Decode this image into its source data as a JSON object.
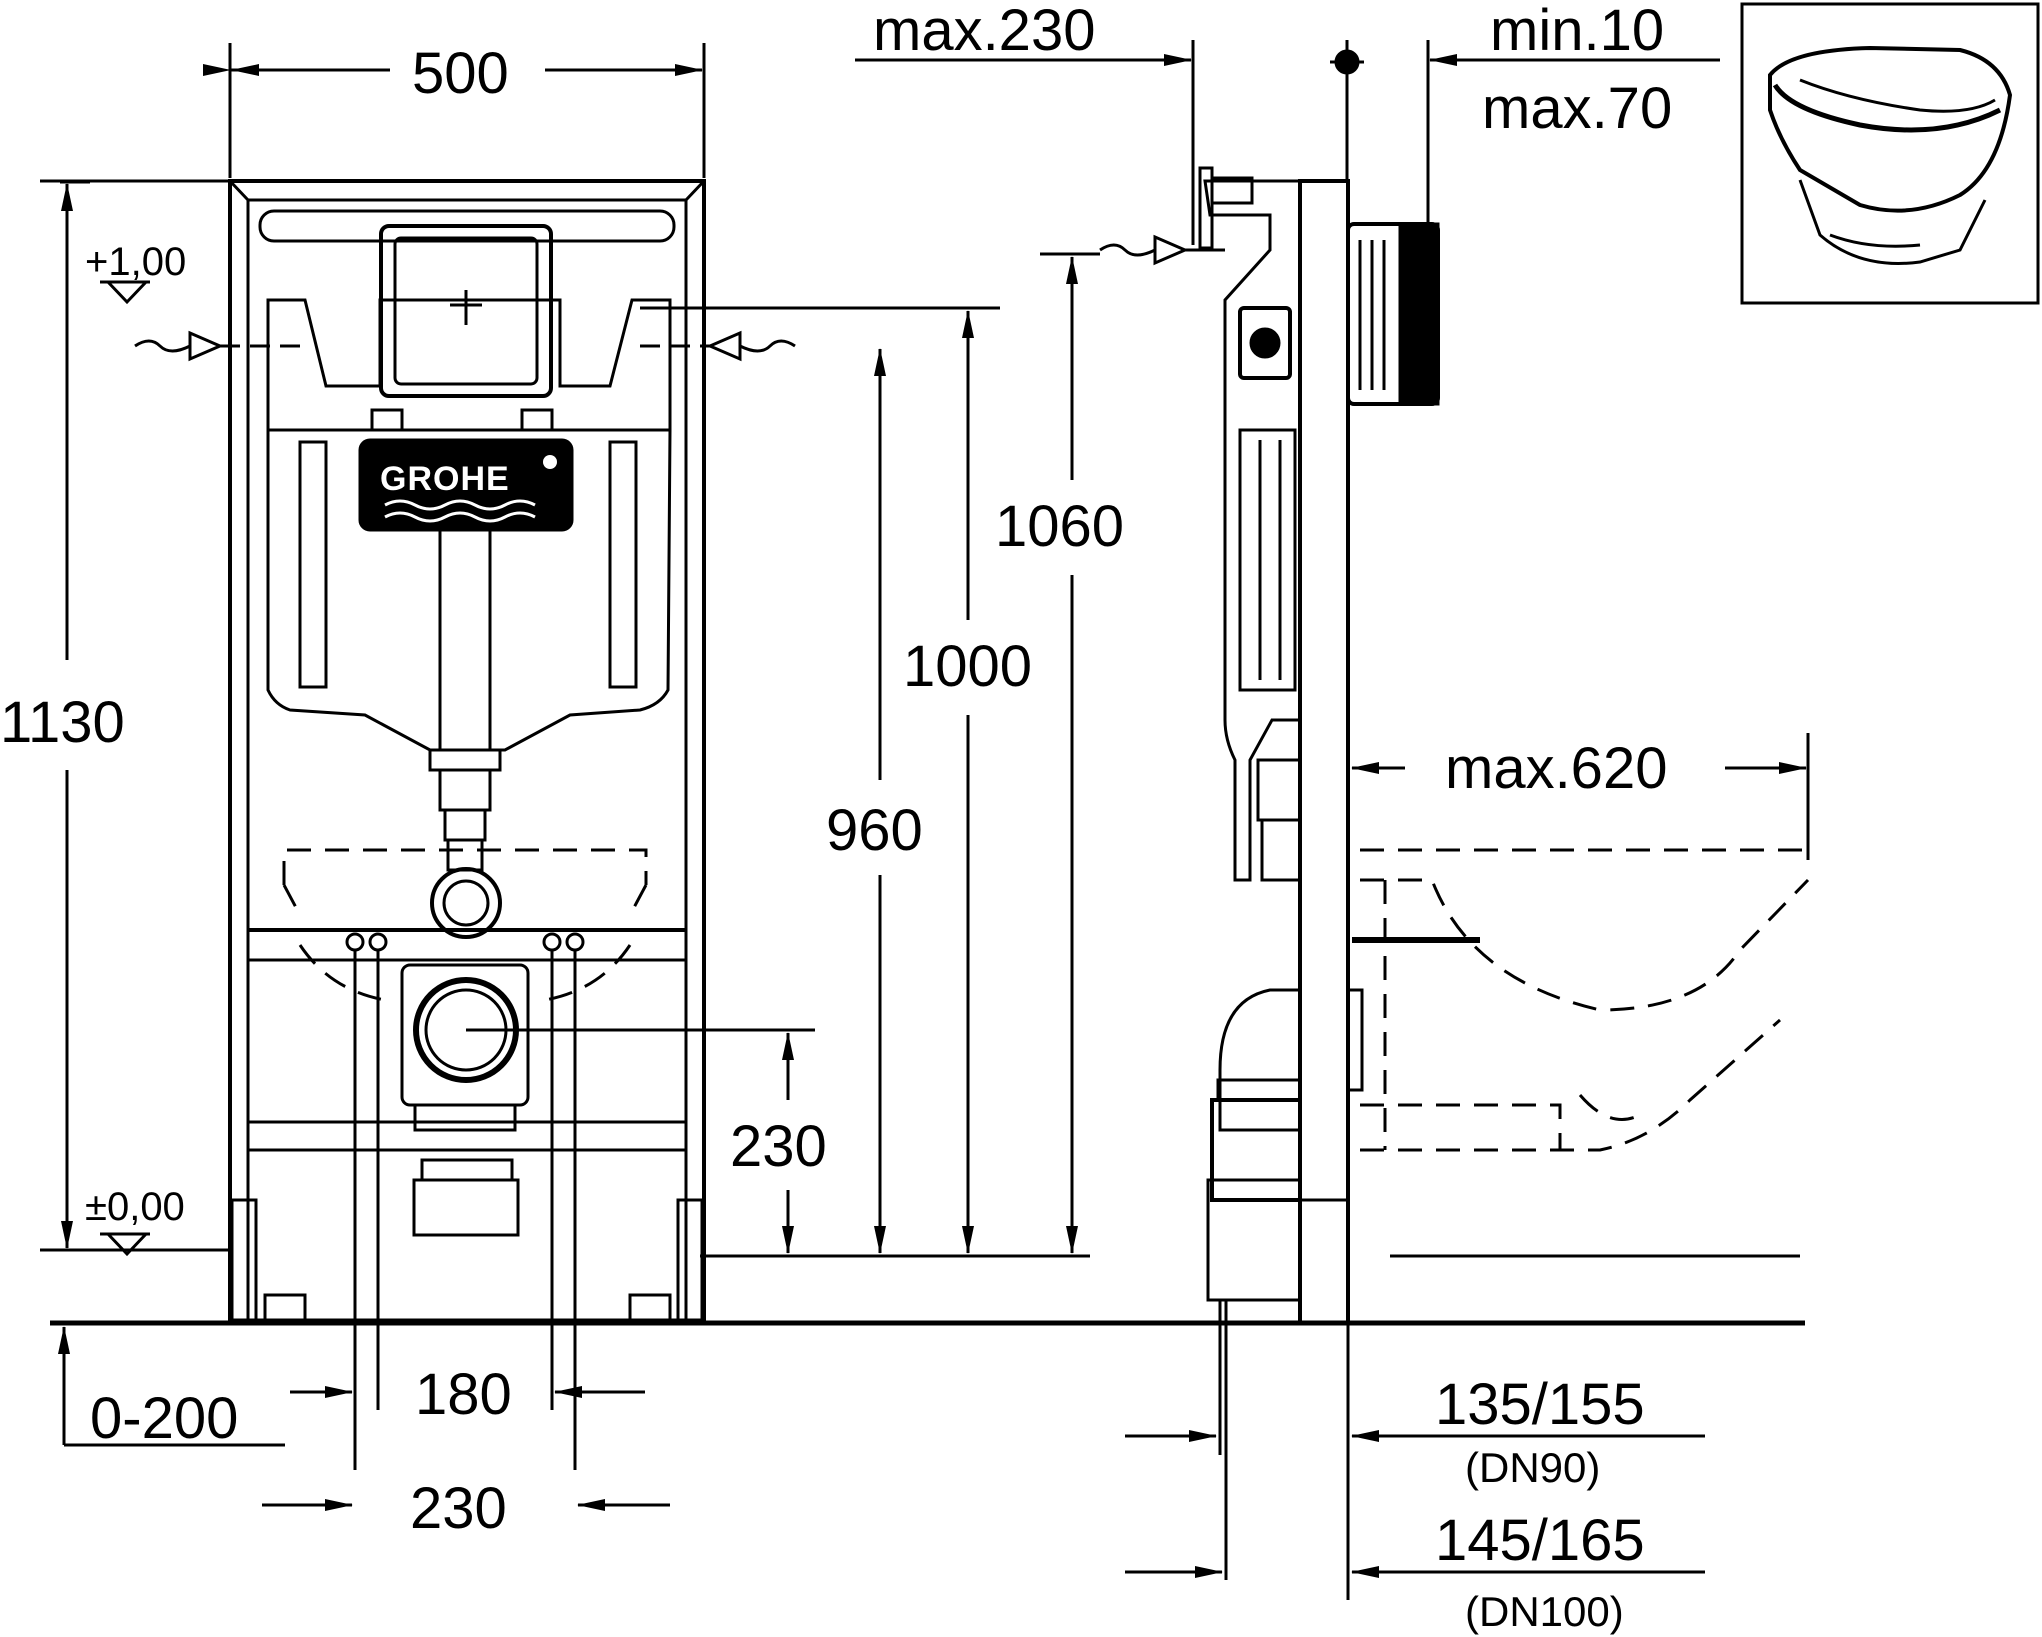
{
  "brand": "GROHE",
  "levels": {
    "top": "+1,00",
    "bottom": "±0,00"
  },
  "front_view": {
    "width": "500",
    "total_height": "1130",
    "h_1000": "1000",
    "h_960": "960",
    "h_230": "230",
    "adjust": "0-200",
    "spacing_180": "180",
    "spacing_230": "230"
  },
  "side_view": {
    "max230": "max.230",
    "min10": "min.10",
    "max70": "max.70",
    "h_1060": "1060",
    "max620": "max.620",
    "d1": "135/155",
    "d1_dn": "(DN90)",
    "d2": "145/165",
    "d2_dn": "(DN100)"
  },
  "colors": {
    "line": "#000000",
    "background": "#ffffff"
  }
}
